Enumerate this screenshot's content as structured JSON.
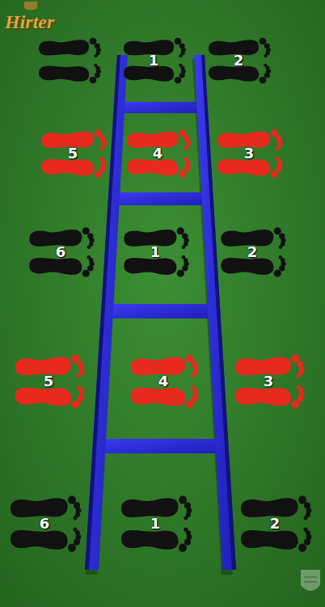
{
  "diagram": {
    "nodes": [
      {
        "text": [
          "1"
        ]
      },
      {
        "text": [
          "2"
        ]
      },
      {
        "text": [
          "5"
        ]
      },
      {
        "text": [
          "4"
        ]
      },
      {
        "text": [
          "3"
        ]
      },
      {
        "text": [
          "6"
        ]
      },
      {
        "text": [
          "1"
        ]
      },
      {
        "text": [
          "2"
        ]
      },
      {
        "text": [
          "5"
        ]
      },
      {
        "text": [
          "4"
        ]
      },
      {
        "text": [
          "3"
        ]
      },
      {
        "text": [
          "6"
        ]
      },
      {
        "text": [
          "1"
        ]
      },
      {
        "text": [
          "2"
        ]
      }
    ],
    "labels": [
      "Hirter"
    ]
  }
}
